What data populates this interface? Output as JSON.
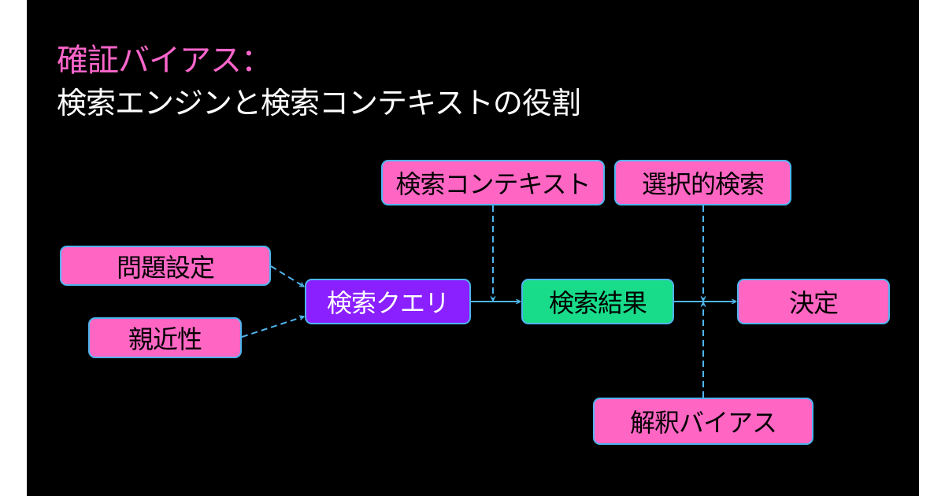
{
  "colors": {
    "background": "#000000",
    "title_accent": "#ff66cc",
    "title_main": "#ffffff",
    "pink_node": "#ff66c4",
    "query_node": "#8a1fff",
    "result_node": "#18dc8a",
    "connector": "#4fb4ee",
    "dark_text": "#000000",
    "light_text": "#ffffff"
  },
  "title": {
    "line1": "確証バイアス：",
    "line2": "検索エンジンと検索コンテキストの役割"
  },
  "nodes": {
    "problem_setting": {
      "label": "問題設定",
      "style": "pink"
    },
    "familiarity": {
      "label": "親近性",
      "style": "pink"
    },
    "search_query": {
      "label": "検索クエリ",
      "style": "query"
    },
    "search_context": {
      "label": "検索コンテキスト",
      "style": "pink"
    },
    "selective_search": {
      "label": "選択的検索",
      "style": "pink"
    },
    "search_results": {
      "label": "検索結果",
      "style": "result"
    },
    "decision": {
      "label": "決定",
      "style": "pink"
    },
    "interpretation_bias": {
      "label": "解釈バイアス",
      "style": "pink"
    }
  },
  "edges": [
    {
      "from": "problem_setting",
      "to": "search_query",
      "line": "dashed"
    },
    {
      "from": "familiarity",
      "to": "search_query",
      "line": "dashed"
    },
    {
      "from": "search_query",
      "to": "search_results",
      "line": "solid"
    },
    {
      "from": "search_context",
      "to": "search_query→search_results",
      "line": "dashed"
    },
    {
      "from": "search_results",
      "to": "decision",
      "line": "solid"
    },
    {
      "from": "selective_search",
      "to": "search_results→decision",
      "line": "dashed"
    },
    {
      "from": "interpretation_bias",
      "to": "search_results→decision",
      "line": "dashed"
    }
  ]
}
